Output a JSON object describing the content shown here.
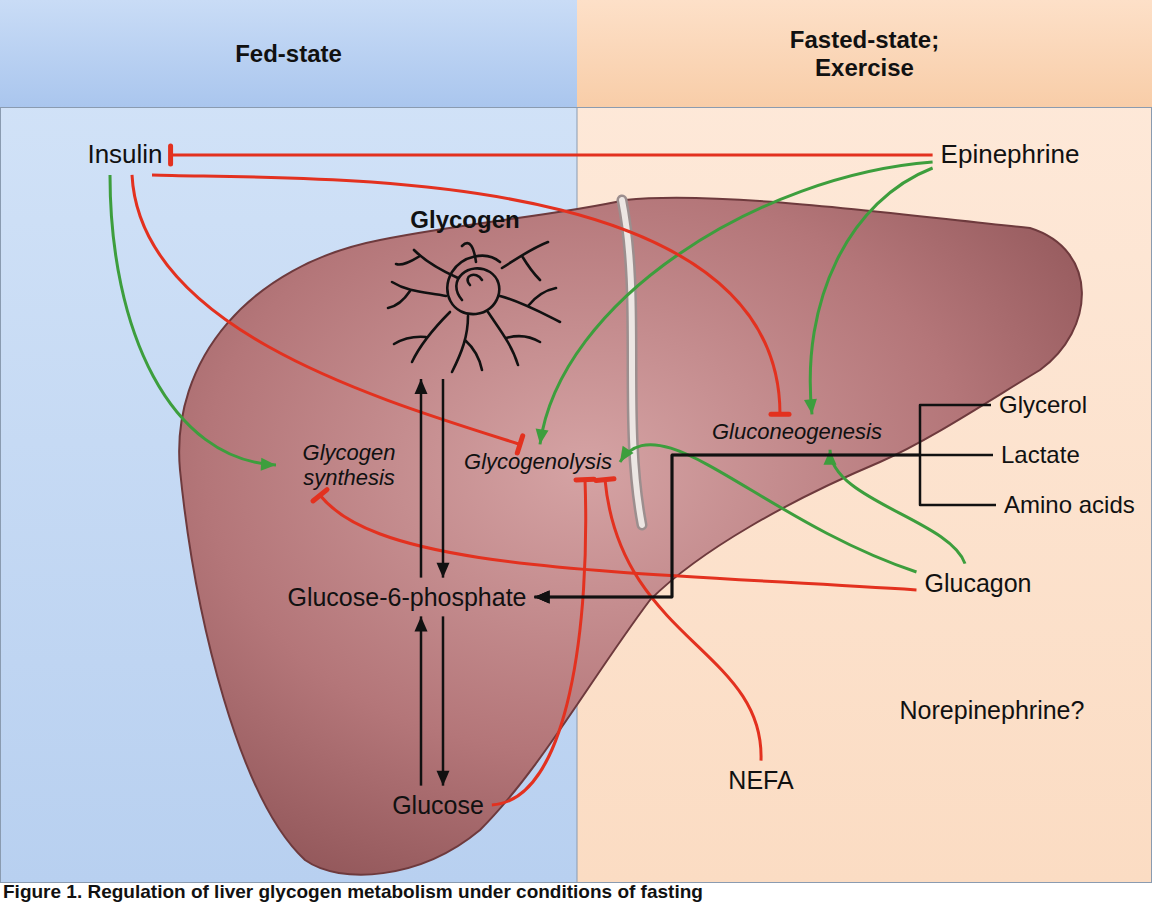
{
  "diagram": {
    "caption": "Figure 1. Regulation of liver glycogen metabolism under conditions of fasting",
    "nodes": [
      {
        "text": [
          "Fed-state"
        ]
      },
      {
        "text": [
          "Fasted-state; Exercise"
        ]
      },
      {
        "text": [
          "Insulin"
        ]
      },
      {
        "text": [
          "Epinephrine"
        ]
      },
      {
        "text": [
          "Glycogen"
        ]
      },
      {
        "text": [
          "Glycogen synthesis"
        ]
      },
      {
        "text": [
          "Glycogenolysis"
        ]
      },
      {
        "text": [
          "Gluconeogenesis"
        ]
      },
      {
        "text": [
          "Glycerol"
        ]
      },
      {
        "text": [
          "Lactate"
        ]
      },
      {
        "text": [
          "Amino acids"
        ]
      },
      {
        "text": [
          "Glucose-6-phosphate"
        ]
      },
      {
        "text": [
          "Glucagon"
        ]
      },
      {
        "text": [
          "Glucose"
        ]
      },
      {
        "text": [
          "NEFA"
        ]
      }
    ],
    "edges": [
      {
        "from": 3,
        "to": 2,
        "arrow": "to"
      },
      {
        "from": 3,
        "to": 6,
        "arrow": "to"
      },
      {
        "from": 3,
        "to": 7,
        "arrow": "to"
      },
      {
        "from": 2,
        "to": 5,
        "arrow": "to"
      },
      {
        "from": 2,
        "to": 6,
        "arrow": "to"
      },
      {
        "from": 2,
        "to": 7,
        "arrow": "to"
      },
      {
        "from": 12,
        "to": 5,
        "arrow": "to"
      },
      {
        "from": 12,
        "to": 6,
        "arrow": "to"
      },
      {
        "from": 12,
        "to": 7,
        "arrow": "to"
      },
      {
        "from": 13,
        "to": 6,
        "arrow": "to"
      },
      {
        "from": 14,
        "to": 6,
        "arrow": "to"
      },
      {
        "from": 4,
        "to": 11,
        "arrow": "to"
      },
      {
        "from": 11,
        "to": 4,
        "arrow": "to"
      },
      {
        "from": 11,
        "to": 13,
        "arrow": "to"
      },
      {
        "from": 13,
        "to": 11,
        "arrow": "to"
      },
      {
        "from": 8,
        "to": 11,
        "arrow": "to"
      },
      {
        "from": 9,
        "to": 11,
        "arrow": "to"
      },
      {
        "from": 10,
        "to": 11,
        "arrow": "to"
      }
    ],
    "labels": [
      "Norepinephrine?"
    ]
  }
}
